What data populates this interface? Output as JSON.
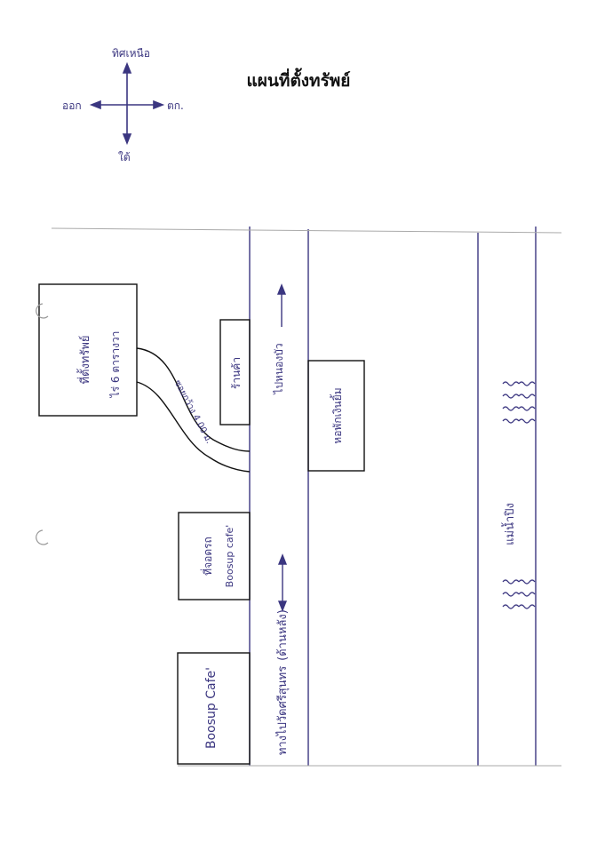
{
  "title": "แผนที่ตั้งทรัพย์",
  "compass": {
    "north": "ทิศเหนือ",
    "east": "ออก",
    "west": "ตก.",
    "south": "ใต้"
  },
  "labels": {
    "property": "ที่ตั้งทรัพย์",
    "property_area": "ไร่ 6 ตารางวา",
    "alley": "ซอยกว้าง 4.00 ม.",
    "shop": "ร้านค้า",
    "dormitory": "หอพักเงินยิ้ม",
    "parking": "ที่จอดรถ",
    "parking_cafe": "Boosup cafe'",
    "cafe": "Boosup Cafe'",
    "road_upper": "ไปหนองบัว",
    "road_lower": "ทางไปวัดศรีสุนทร",
    "road_lower_note": "(ด้านหลัง)",
    "river": "แม่น้ำปิง"
  },
  "colors": {
    "ink": "#3b3680",
    "frame": "#111111"
  }
}
